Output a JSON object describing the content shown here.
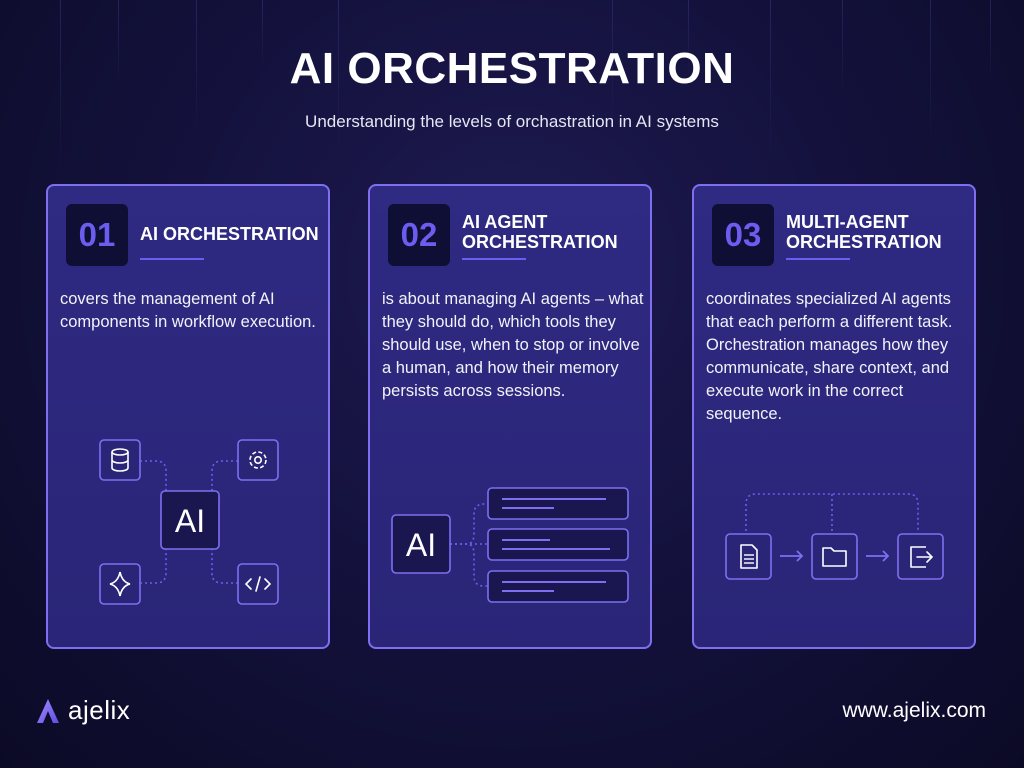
{
  "header": {
    "title": "AI ORCHESTRATION",
    "subtitle": "Understanding the levels of orchastration in AI systems"
  },
  "cards": [
    {
      "number": "01",
      "title": "AI ORCHESTRATION",
      "description": "covers the management of AI components in workflow execution.",
      "center_label": "AI",
      "icons": [
        "database-icon",
        "gear-icon",
        "sparkle-icon",
        "code-icon"
      ]
    },
    {
      "number": "02",
      "title": "AI AGENT ORCHESTRATION",
      "description": "is  about managing AI agents – what they should do, which tools they should use, when to stop or involve a human, and how their memory persists across sessions.",
      "center_label": "AI"
    },
    {
      "number": "03",
      "title": "MULTI-AGENT ORCHESTRATION",
      "description": "coordinates specialized AI agents that each perform a different task. Orchestration manages how they communicate, share context, and execute work in the correct sequence.",
      "icons": [
        "document-icon",
        "folder-icon",
        "export-icon"
      ]
    }
  ],
  "footer": {
    "brand": "ajelix",
    "url": "www.ajelix.com"
  },
  "colors": {
    "accent": "#6c5cf0",
    "card_border": "#7f6ff0",
    "card_bg": "#2f2a82",
    "background": "#14123d"
  }
}
